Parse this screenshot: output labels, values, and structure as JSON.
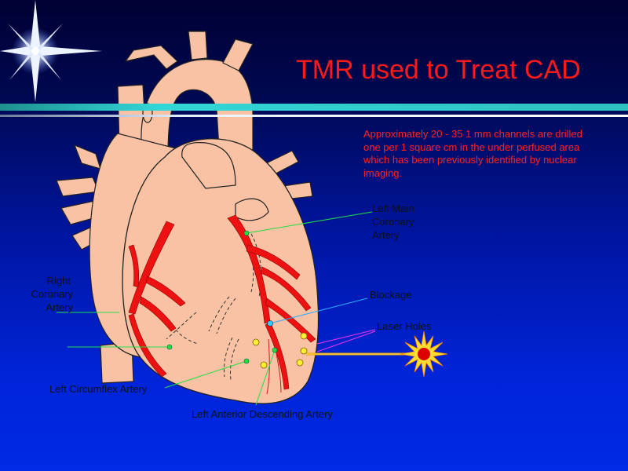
{
  "slide": {
    "title": "TMR used to Treat CAD",
    "description": "Approximately 20 - 35 1 mm channels are drilled one per 1 square cm in the under perfused area which has been previously identified by nuclear imaging."
  },
  "labels": {
    "left_main_1": "Left Main",
    "left_main_2": "Coronary",
    "left_main_3": "Artery",
    "right_coronary_1": "Right",
    "right_coronary_2": "Coronary",
    "right_coronary_3": "Artery",
    "blockage": "Blockage",
    "laser_holes": "Laser Holes",
    "left_circumflex": "Left Circumflex Artery",
    "lad": "Left Anterior Descending Artery"
  },
  "colors": {
    "title": "#ff1a1a",
    "description": "#ff2020",
    "heart": "#f9c2a4",
    "artery": "#ee1111",
    "pointer_green": "#22dd44",
    "pointer_blue": "#33aaff",
    "pointer_magenta": "#ee33ee",
    "laser_hole": "#ffee33"
  },
  "icons": {
    "decoration": "sparkle-star-icon",
    "laser": "laser-burst-icon"
  }
}
